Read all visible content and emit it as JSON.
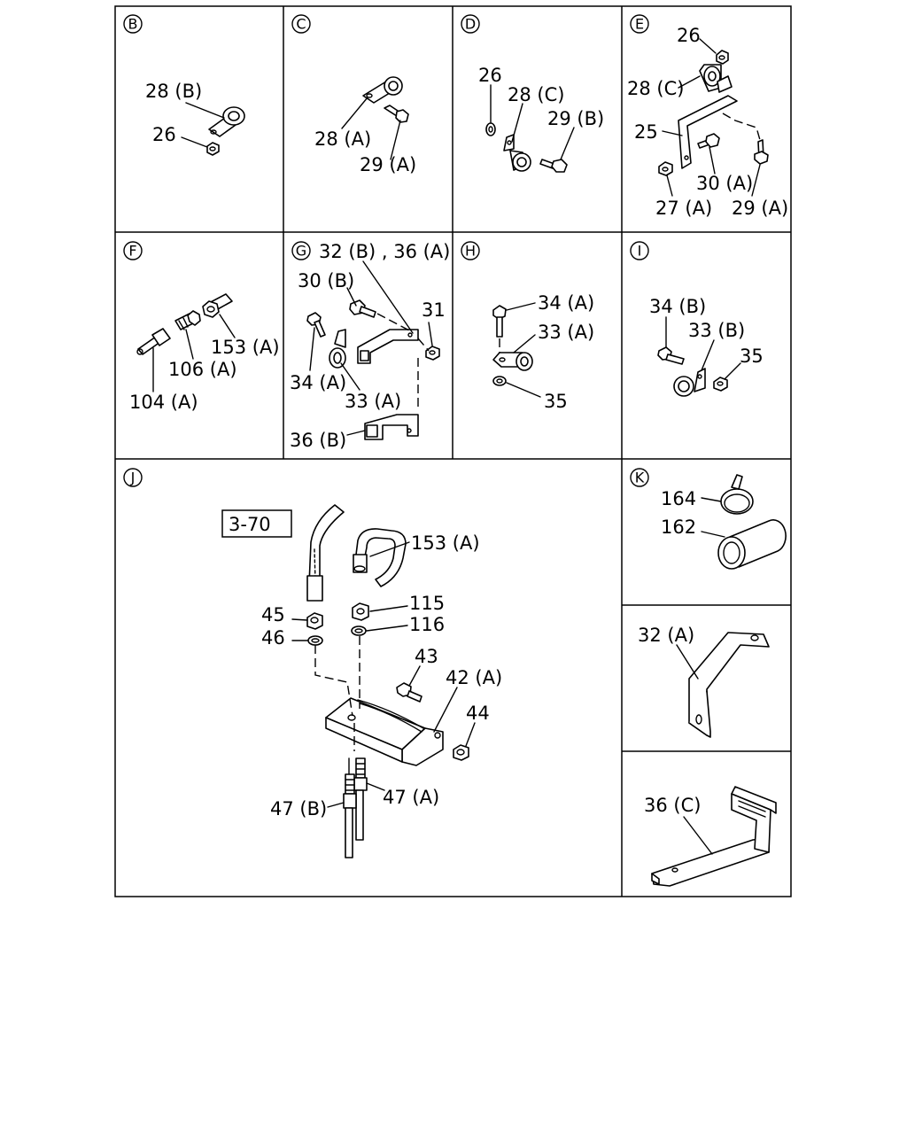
{
  "panels": {
    "B": {
      "letter": "B",
      "labels": [
        "28 (B)",
        "26"
      ]
    },
    "C": {
      "letter": "C",
      "labels": [
        "28 (A)",
        "29 (A)"
      ]
    },
    "D": {
      "letter": "D",
      "labels": [
        "26",
        "28 (C)",
        "29 (B)"
      ]
    },
    "E": {
      "letter": "E",
      "labels": [
        "26",
        "28 (C)",
        "25",
        "30 (A)",
        "27 (A)",
        "29 (A)"
      ]
    },
    "F": {
      "letter": "F",
      "labels": [
        "153 (A)",
        "106 (A)",
        "104 (A)"
      ]
    },
    "G": {
      "letter": "G",
      "labels": [
        "32 (B) , 36 (A)",
        "30 (B)",
        "31",
        "34 (A)",
        "33 (A)",
        "36 (B)"
      ]
    },
    "H": {
      "letter": "H",
      "labels": [
        "34 (A)",
        "33 (A)",
        "35"
      ]
    },
    "I": {
      "letter": "I",
      "labels": [
        "34 (B)",
        "33 (B)",
        "35"
      ]
    },
    "J": {
      "letter": "J",
      "ref_box": "3-70",
      "labels": [
        "153 (A)",
        "115",
        "116",
        "45",
        "46",
        "43",
        "42 (A)",
        "44",
        "47 (A)",
        "47 (B)"
      ]
    },
    "K": {
      "letter": "K",
      "labels": [
        "164",
        "162"
      ]
    },
    "32A": {
      "labels": [
        "32 (A)"
      ]
    },
    "36C": {
      "labels": [
        "36 (C)"
      ]
    }
  }
}
